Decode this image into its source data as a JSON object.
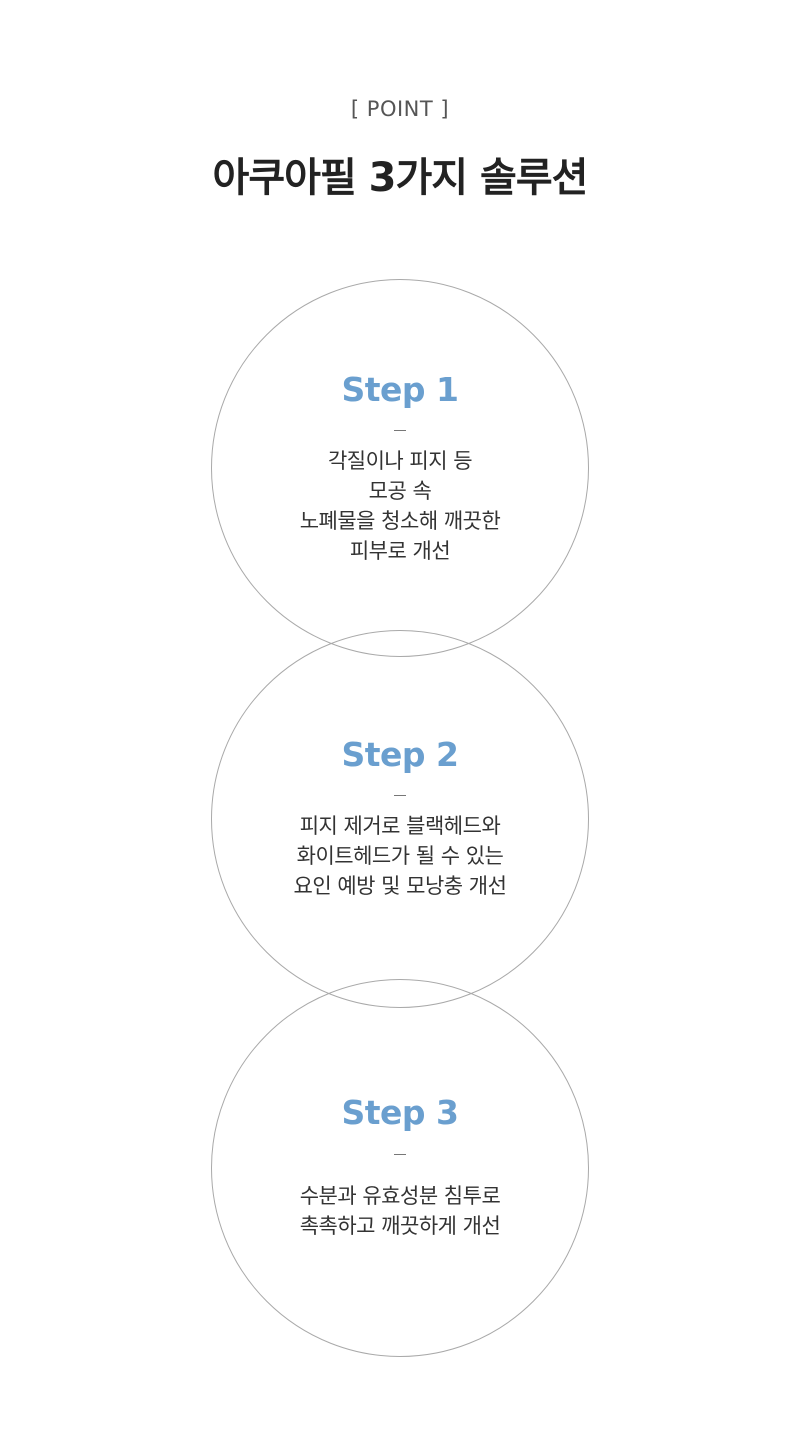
{
  "header": {
    "eyebrow": "[ POINT ]",
    "title": "아쿠아필 3가지 솔루션"
  },
  "steps": [
    {
      "label": "Step 1",
      "lines": [
        "각질이나 피지 등",
        "모공 속",
        "노폐물을 청소해 깨끗한",
        "피부로 개선"
      ]
    },
    {
      "label": "Step 2",
      "lines": [
        "피지 제거로 블랙헤드와",
        "화이트헤드가 될 수 있는",
        "요인 예방 및 모낭충 개선"
      ]
    },
    {
      "label": "Step 3",
      "lines": [
        "수분과 유효성분 침투로",
        "촉촉하고 깨끗하게 개선"
      ]
    }
  ],
  "colors": {
    "accent": "#6a9fcf",
    "title": "#222222",
    "text": "#333333",
    "circle_border": "#a9a9a9"
  }
}
